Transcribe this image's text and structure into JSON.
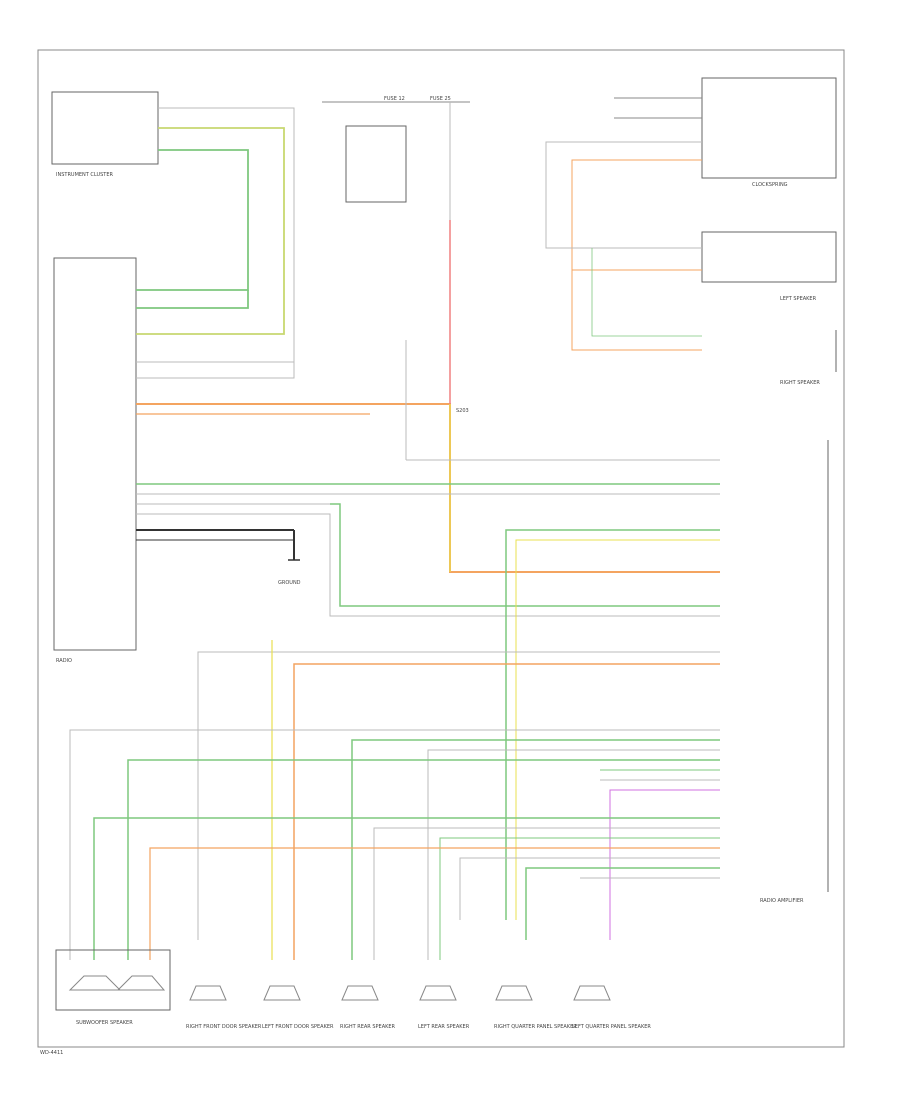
{
  "components": {
    "radio_label": "RADIO",
    "amplifier_label": "RADIO AMPLIFIER",
    "instrument_cluster_label": "INSTRUMENT CLUSTER",
    "clockspring_label": "CLOCKSPRING",
    "left_speaker_label": "LEFT SPEAKER",
    "right_speaker_label": "RIGHT SPEAKER",
    "subwoofer_label": "SUBWOOFER SPEAKER",
    "rf_door_label": "RIGHT FRONT DOOR SPEAKER",
    "lf_door_label": "LEFT FRONT DOOR SPEAKER",
    "rr_speaker_label": "RIGHT REAR SPEAKER",
    "lr_speaker_label": "LEFT REAR SPEAKER",
    "rq_panel_label": "RIGHT QUARTER PANEL SPEAKER",
    "lq_panel_label": "LEFT QUARTER PANEL SPEAKER",
    "ground_label": "GROUND",
    "splice_label": "S203",
    "fuse_a_label": "FUSE 12",
    "fuse_b_label": "FUSE 25"
  },
  "wire_colors": {
    "green": "#7fc87f",
    "yellow_green": "#c8d870",
    "orange": "#f4a460",
    "pink": "#f08080",
    "yellow": "#e8e050",
    "violet": "#d070e0",
    "gray": "#bbbbbb",
    "black": "#333333"
  },
  "footer_code": "WD-4411"
}
